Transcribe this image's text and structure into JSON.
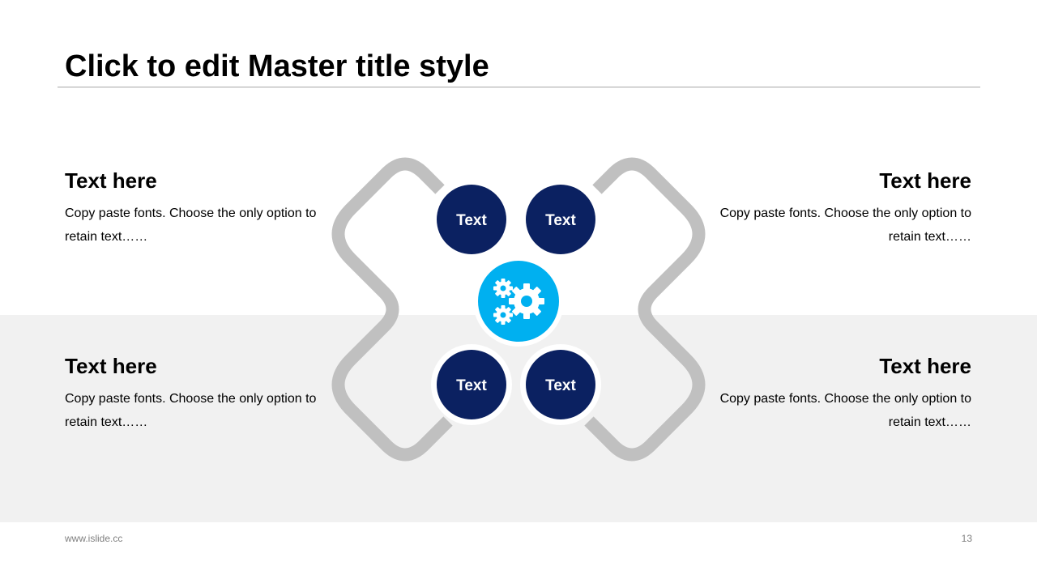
{
  "slide": {
    "title": "Click to edit Master title style",
    "footer_url": "www.islide.cc",
    "page_number": "13"
  },
  "blocks": [
    {
      "heading": "Text here",
      "body": "Copy paste fonts. Choose the only option to retain text……"
    },
    {
      "heading": "Text here",
      "body": "Copy paste fonts. Choose the only option to retain text……"
    },
    {
      "heading": "Text here",
      "body": "Copy paste fonts. Choose the only option to retain text……"
    },
    {
      "heading": "Text here",
      "body": "Copy paste fonts. Choose the only option to retain text……"
    }
  ],
  "diagram": {
    "nodes": [
      {
        "label": "Text"
      },
      {
        "label": "Text"
      },
      {
        "label": "Text"
      },
      {
        "label": "Text"
      }
    ],
    "center_icon": "gears-icon"
  },
  "colors": {
    "node_fill": "#0b2161",
    "center_fill": "#00b0f0",
    "connector": "#c0c0c0",
    "band": "#f1f1f1"
  }
}
